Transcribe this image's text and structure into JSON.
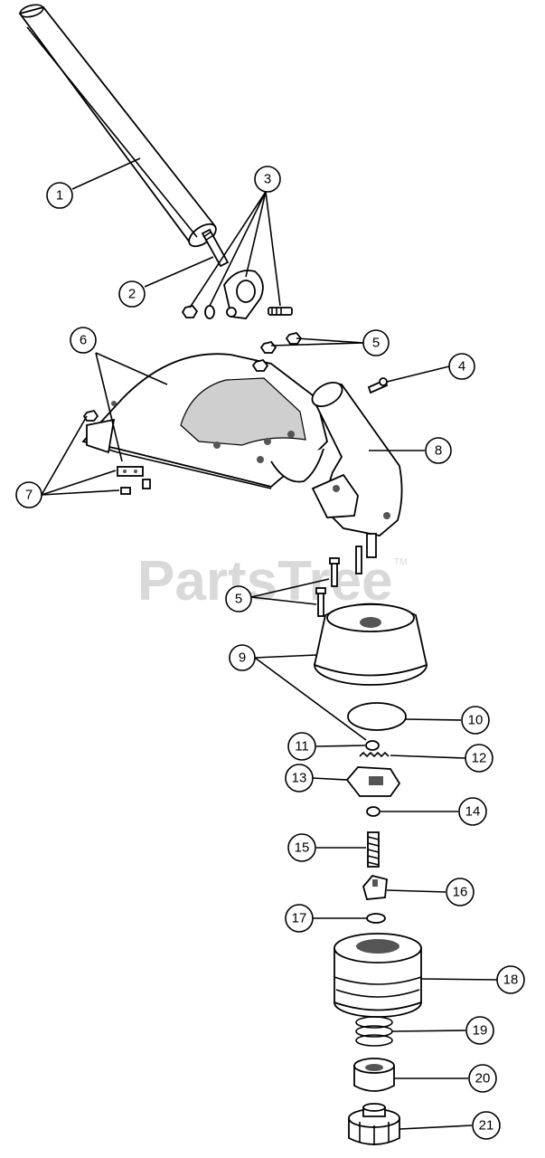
{
  "watermark": {
    "text": "PartsTree",
    "trademark": "TM"
  },
  "callouts": [
    "1",
    "2",
    "3",
    "4",
    "5",
    "6",
    "7",
    "8",
    "5",
    "9",
    "10",
    "11",
    "12",
    "13",
    "14",
    "15",
    "16",
    "17",
    "18",
    "19",
    "20",
    "21"
  ]
}
